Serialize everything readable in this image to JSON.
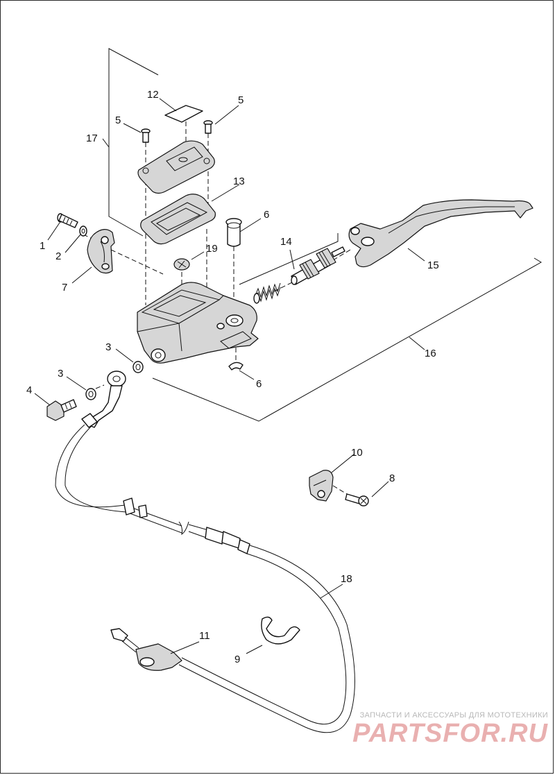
{
  "callouts": [
    "1",
    "2",
    "3",
    "3",
    "4",
    "5",
    "5",
    "6",
    "6",
    "7",
    "8",
    "9",
    "10",
    "11",
    "12",
    "13",
    "14",
    "15",
    "16",
    "17",
    "18",
    "19"
  ],
  "watermark": {
    "tagline": "ЗАПЧАСТИ И АКСЕССУАРЫ ДЛЯ МОТОТЕХНИКИ",
    "brand": "PARTSFOR.RU"
  },
  "colors": {
    "line": "#111111",
    "part_fill": "#d6d6d6",
    "watermark": "#e9b0b0"
  }
}
